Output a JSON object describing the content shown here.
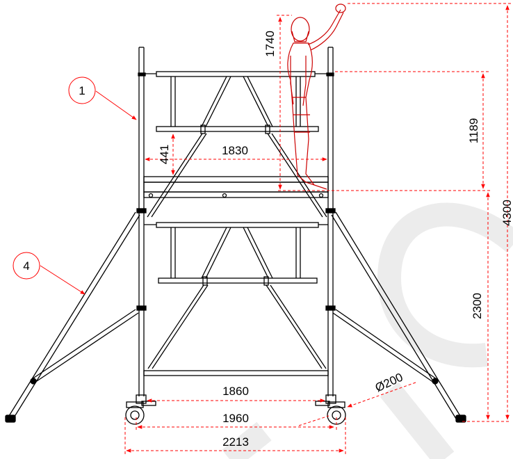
{
  "colors": {
    "structure": "#000000",
    "dimension": "#ff0000",
    "figure": "#cc0000",
    "watermark": "#ececec",
    "background": "#ffffff"
  },
  "callouts": {
    "part_1": "1",
    "part_4": "4"
  },
  "dimensions": {
    "figure_reach_height": "1740",
    "guardrail_height": "1189",
    "platform_length": "1830",
    "toe_board_height": "441",
    "total_height": "4300",
    "platform_height": "2300",
    "inner_base_width": "1860",
    "outer_base_width": "1960",
    "outrigger_span": "2213",
    "caster_diameter": "Ø200"
  }
}
